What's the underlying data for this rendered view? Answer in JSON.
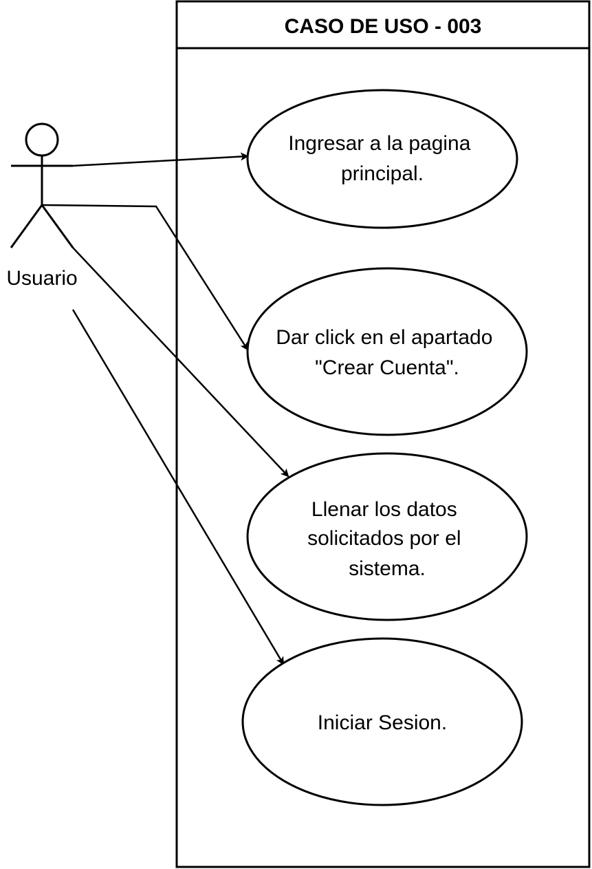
{
  "system": {
    "title": "CASO DE USO - 003"
  },
  "actor": {
    "label": "Usuario"
  },
  "use_cases": [
    {
      "lines": [
        "Ingresar a la pagina",
        "principal."
      ]
    },
    {
      "lines": [
        "Dar click en el apartado",
        "\"Crear Cuenta\"."
      ]
    },
    {
      "lines": [
        "Llenar los datos",
        "solicitados por el",
        "sistema."
      ]
    },
    {
      "lines": [
        "Iniciar Sesion."
      ]
    }
  ],
  "colors": {
    "stroke": "#000000",
    "background": "#ffffff"
  }
}
